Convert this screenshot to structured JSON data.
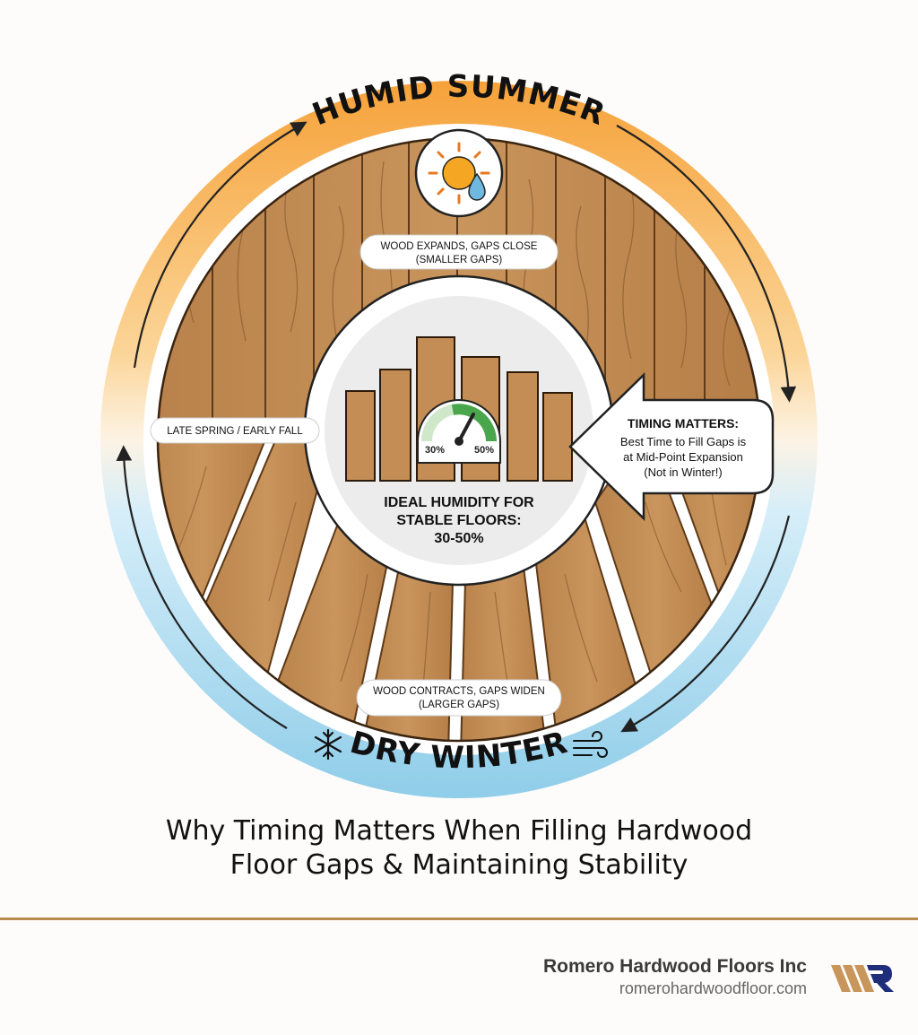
{
  "diagram": {
    "top_label": "HUMID SUMMER",
    "bottom_label": "DRY WINTER",
    "summer_note_line1": "WOOD EXPANDS, GAPS CLOSE",
    "summer_note_line2": "(SMALLER GAPS)",
    "winter_note_line1": "WOOD CONTRACTS, GAPS WIDEN",
    "winter_note_line2": "(LARGER GAPS)",
    "transition_label": "LATE SPRING / EARLY FALL",
    "center_line1": "IDEAL HUMIDITY FOR",
    "center_line2": "STABLE FLOORS:",
    "center_line3": "30-50%",
    "gauge_low": "30%",
    "gauge_high": "50%",
    "callout_title": "TIMING MATTERS:",
    "callout_line1": "Best Time to Fill Gaps is",
    "callout_line2": "at Mid-Point Expansion",
    "callout_line3": "(Not in Winter!)",
    "colors": {
      "summer": "#f4a63b",
      "winter": "#a9d9ef",
      "wood": "#c48d55",
      "wood_dark": "#8a5a2e",
      "ink": "#111111",
      "gauge_green": "#4aa64c"
    },
    "icons": [
      "sun-with-droplet-icon",
      "snowflake-icon",
      "wind-icon",
      "cycle-arrow-icon"
    ]
  },
  "caption": {
    "line1": "Why Timing Matters When Filling Hardwood",
    "line2": "Floor Gaps & Maintaining Stability"
  },
  "footer": {
    "company": "Romero Hardwood Floors Inc",
    "url": "romerohardwoodfloor.com"
  }
}
